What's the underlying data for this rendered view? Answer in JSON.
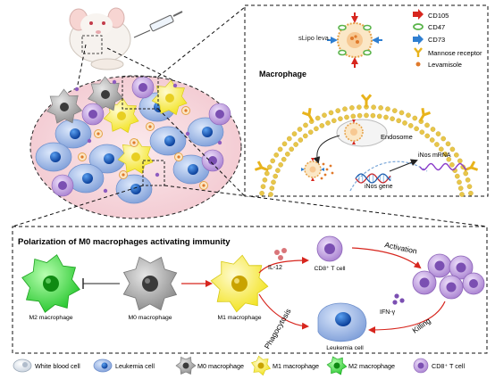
{
  "inset": {
    "nanoparticle_label": "sLipo leva",
    "legend": [
      {
        "label": "CD105",
        "icon": "red-arrow-icon",
        "color": "#d7261e"
      },
      {
        "label": "CD47",
        "icon": "green-ring-icon",
        "color": "#59b44a"
      },
      {
        "label": "CD73",
        "icon": "blue-arrow-icon",
        "color": "#2f7fd1"
      },
      {
        "label": "Mannose receptor",
        "icon": "y-receptor-icon",
        "color": "#e8b31c"
      },
      {
        "label": "Levamisole",
        "icon": "orange-dot-icon",
        "color": "#e07a2b"
      }
    ],
    "macrophage_label": "Macrophage",
    "endosome_label": "Endosome",
    "gene_label": "iNos gene",
    "mrna_label": "iNos mRNA"
  },
  "panel": {
    "title": "Polarization of M0 macrophages activating immunity",
    "cells": {
      "m2": "M2 macrophage",
      "m0": "M0 macrophage",
      "m1": "M1 macrophage",
      "cd8": "CD8⁺ T cell",
      "leukemia": "Leukemia  cell"
    },
    "arrows": {
      "il12": "IL-12",
      "activation": "Activation",
      "phagocytosis": "Phagocytosis",
      "ifn": "IFN-γ",
      "killing": "Killing"
    }
  },
  "legend_bar": [
    {
      "label": "White blood cell",
      "icon": "white-blood-cell-icon"
    },
    {
      "label": "Leukemia  cell",
      "icon": "leukemia-cell-icon"
    },
    {
      "label": "M0 macrophage",
      "icon": "m0-macrophage-icon"
    },
    {
      "label": "M1 macrophage",
      "icon": "m1-macrophage-icon"
    },
    {
      "label": "M2 macrophage",
      "icon": "m2-macrophage-icon"
    },
    {
      "label": "CD8⁺ T cell",
      "icon": "cd8-t-cell-icon"
    }
  ],
  "colors": {
    "leukemia": "#9fb9e6",
    "m0": "#9a9a9a",
    "m1": "#f4ea2e",
    "m2": "#3fd33f",
    "cd8": "#b999d8",
    "arrow": "#d7261e",
    "membrane": "#e8c64a"
  }
}
